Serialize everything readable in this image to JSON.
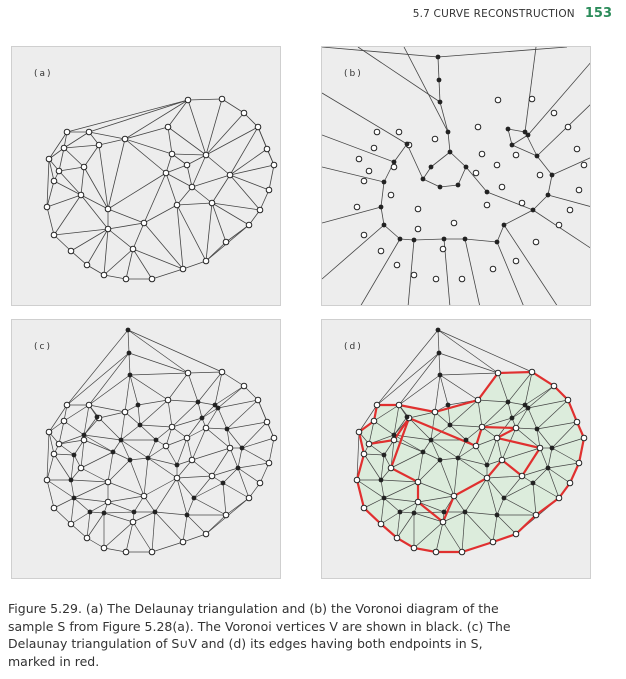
{
  "header": {
    "section_title": "5.7 CURVE RECONSTRUCTION",
    "page_number": "153"
  },
  "panels": {
    "a": {
      "label": "(a)"
    },
    "b": {
      "label": "(b)"
    },
    "c": {
      "label": "(c)"
    },
    "d": {
      "label": "(d)"
    }
  },
  "caption": "Figure 5.29. (a) The Delaunay triangulation and (b) the Voronoi diagram of the sample S from Figure 5.28(a). The Voronoi vertices V are shown in black. (c) The Delaunay triangulation of S∪V and (d) its edges having both endpoints in S, marked in red.",
  "colors": {
    "panel_background": "#ededed",
    "edge": "#444444",
    "sample_point_fill": "#ffffff",
    "voronoi_vertex_fill": "#222222",
    "curve_red": "#e0302f",
    "region_green": "#dcecdc",
    "page_number": "#2b8c5a"
  }
}
